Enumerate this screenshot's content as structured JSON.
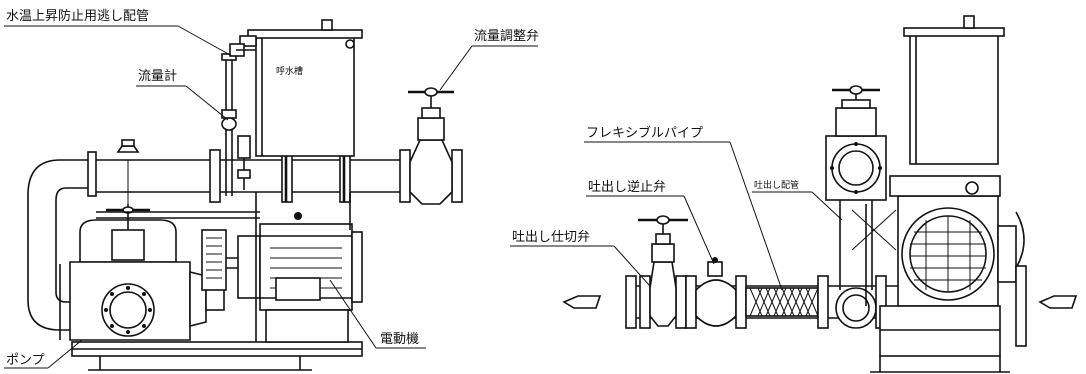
{
  "labels": {
    "relief_pipe": "水温上昇防止用逃し配管",
    "flow_meter": "流量計",
    "flow_control_valve": "流量調整弁",
    "reservoir_tank": "呼水槽",
    "pump": "ポンプ",
    "motor": "電動機",
    "flexible_pipe": "フレキシブルパイプ",
    "discharge_check_valve": "吐出し逆止弁",
    "discharge_pipe": "吐出し配管",
    "discharge_gate_valve": "吐出し仕切弁"
  }
}
